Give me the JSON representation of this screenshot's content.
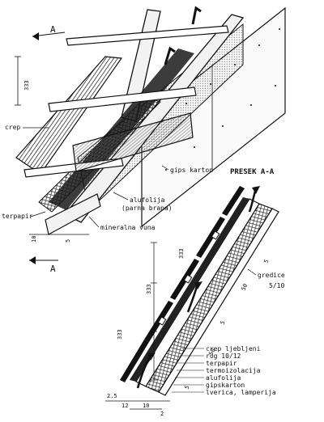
{
  "section_title": "PRESEK A-A",
  "section_marks": [
    "A",
    "A"
  ],
  "top_labels": {
    "crep": "crep",
    "gips_karton": "gips karton",
    "alufolija": "alufolija",
    "parna_brana": "(parna brana)",
    "terpapir": "terpapir",
    "mineralna_vuna": "mineralna vuna"
  },
  "top_dims": {
    "batten_spacing": "333",
    "eave_a": "10",
    "eave_b": "5"
  },
  "section_labels": {
    "gredice": "gredice",
    "gredice_size": "5/10"
  },
  "section_dims": {
    "spacing_1": "333",
    "spacing_2": "333",
    "spacing_3": "333",
    "d50_a": "50",
    "d50_b": "50",
    "d5_a": "5",
    "d5_b": "5",
    "d5_c": "5",
    "d25": "2.5",
    "d12": "12",
    "d10": "10",
    "d2": "2"
  },
  "legend": [
    "crep ljebljeni",
    "rog 10/12",
    "terpapir",
    "termoizolacija",
    "alufolija",
    "gipskarton",
    "lverica, lamperija"
  ],
  "colors": {
    "ink": "#111111",
    "paper": "#ffffff",
    "insulation": "#c9c9c9",
    "board": "#f2f2f2"
  }
}
